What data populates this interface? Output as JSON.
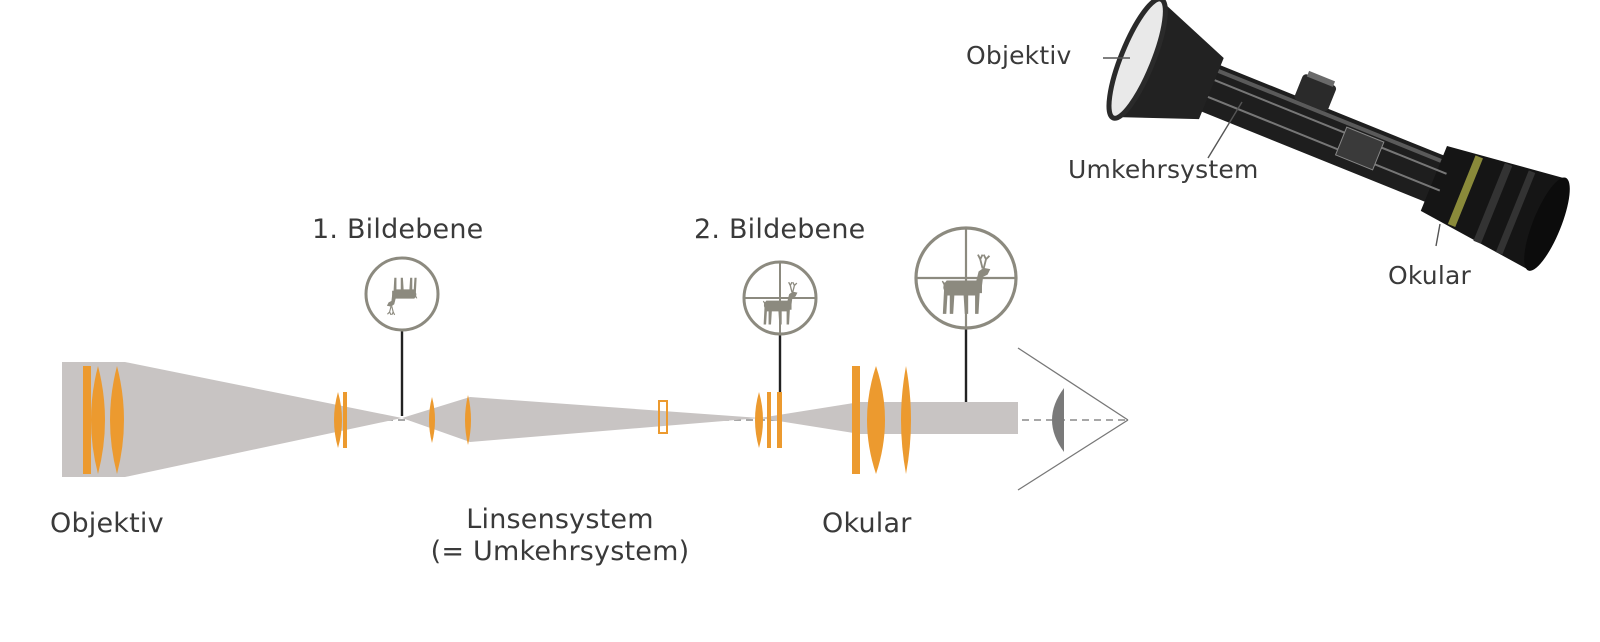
{
  "colors": {
    "lens": "#ec9a2f",
    "beam": "#c8c4c3",
    "axis": "#8a8a8a",
    "reticle": "#8c8a7f",
    "text": "#3a3a3a",
    "scope_body": "#1c1c1c"
  },
  "labels": {
    "objektiv_bottom": "Objektiv",
    "linsensystem_line1": "Linsensystem",
    "linsensystem_line2": "(= Umkehrsystem)",
    "okular_bottom": "Okular",
    "bildebene_1": "1. Bildebene",
    "bildebene_2": "2. Bildebene",
    "scope_objektiv": "Objektiv",
    "scope_umkehrsystem": "Umkehrsystem",
    "scope_okular": "Okular"
  },
  "icons": {
    "first_plane": "inverted-deer-icon",
    "second_plane": "upright-deer-reticle-icon",
    "eyepiece_view": "deer-reticle-icon",
    "eye": "eye-icon",
    "scope": "rifle-scope-cutaway-icon"
  }
}
